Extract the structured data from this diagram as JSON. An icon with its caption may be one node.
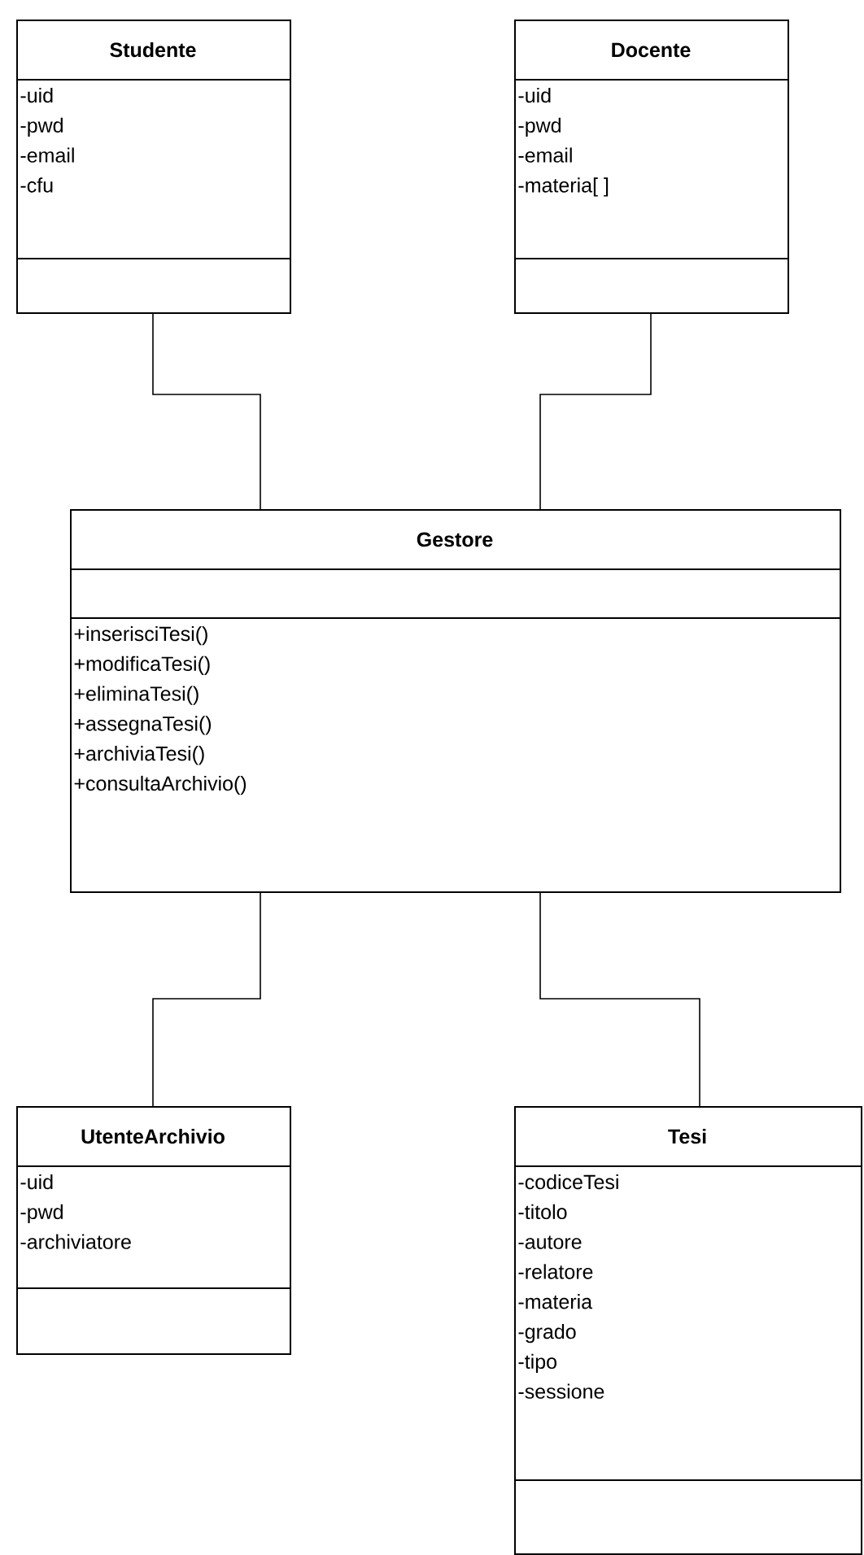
{
  "diagram": {
    "nodes": [
      {
        "text": [
          "Studente",
          "-uid",
          "-pwd",
          "-email",
          "-cfu"
        ]
      },
      {
        "text": [
          "Docente",
          "-uid",
          "-pwd",
          "-email",
          "-materia[ ]"
        ]
      },
      {
        "text": [
          "Gestore",
          "+inserisciTesi()",
          "+modificaTesi()",
          "+eliminaTesi()",
          "+assegnaTesi()",
          "+archiviaTesi()",
          "+consultaArchivio()"
        ]
      },
      {
        "text": [
          "UtenteArchivio",
          "-uid",
          "-pwd",
          "-archiviatore"
        ]
      },
      {
        "text": [
          "Tesi",
          "-codiceTesi",
          "-titolo",
          "-autore",
          "-relatore",
          "-materia",
          "-grado",
          "-tipo",
          "-sessione"
        ]
      }
    ],
    "edges": [
      {
        "from": 0,
        "to": 2,
        "arrow": "none"
      },
      {
        "from": 1,
        "to": 2,
        "arrow": "none"
      },
      {
        "from": 2,
        "to": 3,
        "arrow": "none"
      },
      {
        "from": 2,
        "to": 4,
        "arrow": "none"
      }
    ]
  }
}
